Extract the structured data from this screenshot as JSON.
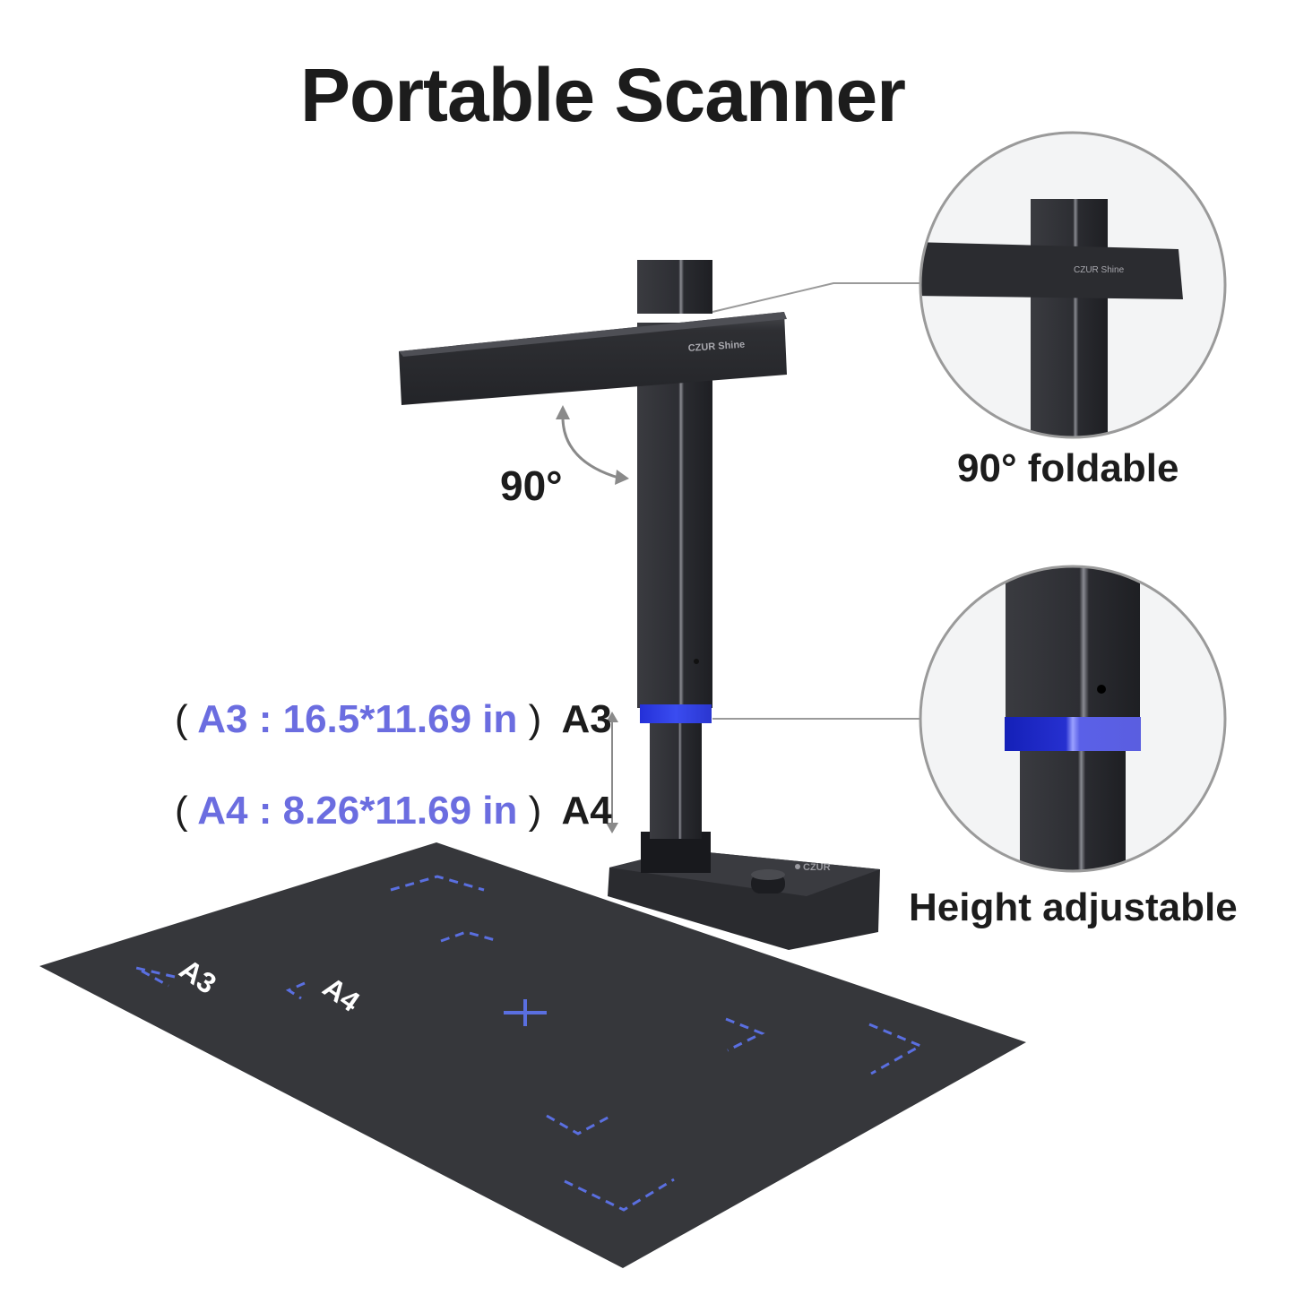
{
  "title": "Portable Scanner",
  "product": {
    "brand_text": "CZUR Shine",
    "base_logo_text": "CZUR",
    "fold_angle_label": "90°"
  },
  "sizes": [
    {
      "open": "(",
      "detail": "A3 : 16.5*11.69 in",
      "close": ")",
      "tag": "A3"
    },
    {
      "open": "(",
      "detail": "A4 : 8.26*11.69 in",
      "close": ")",
      "tag": "A4"
    }
  ],
  "callouts": [
    {
      "label": "90° foldable",
      "brand_text": "CZUR Shine"
    },
    {
      "label": "Height adjustable"
    }
  ],
  "mat": {
    "labels": [
      "A3",
      "A4"
    ]
  },
  "colors": {
    "accent_blue": "#6b6de0",
    "ring_blue": "#2f3fe0",
    "device_dark": "#2b2c30",
    "mat": "#36373b",
    "guide_lines": "#5a6fe0",
    "callout_border": "#9a9a9a",
    "callout_fill": "#f3f4f5",
    "text": "#1c1c1c"
  }
}
